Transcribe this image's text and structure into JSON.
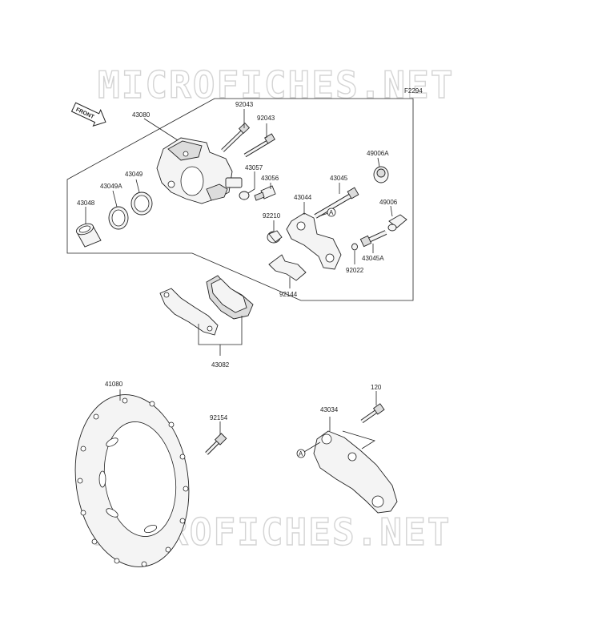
{
  "watermark_text": "MICROFICHES.NET",
  "figure_code": "F2294",
  "front_label": "FRONT",
  "callout_a": "A",
  "parts": {
    "p43080": "43080",
    "p92043_a": "92043",
    "p92043_b": "92043",
    "p43049": "43049",
    "p43049A": "43049A",
    "p43048": "43048",
    "p43057": "43057",
    "p43056": "43056",
    "p92210": "92210",
    "p43045": "43045",
    "p43044": "43044",
    "p49006A": "49006A",
    "p49006": "49006",
    "p43045A": "43045A",
    "p92022": "92022",
    "p92144": "92144",
    "p43082": "43082",
    "p41080": "41080",
    "p92154": "92154",
    "p120": "120",
    "p43034": "43034"
  }
}
